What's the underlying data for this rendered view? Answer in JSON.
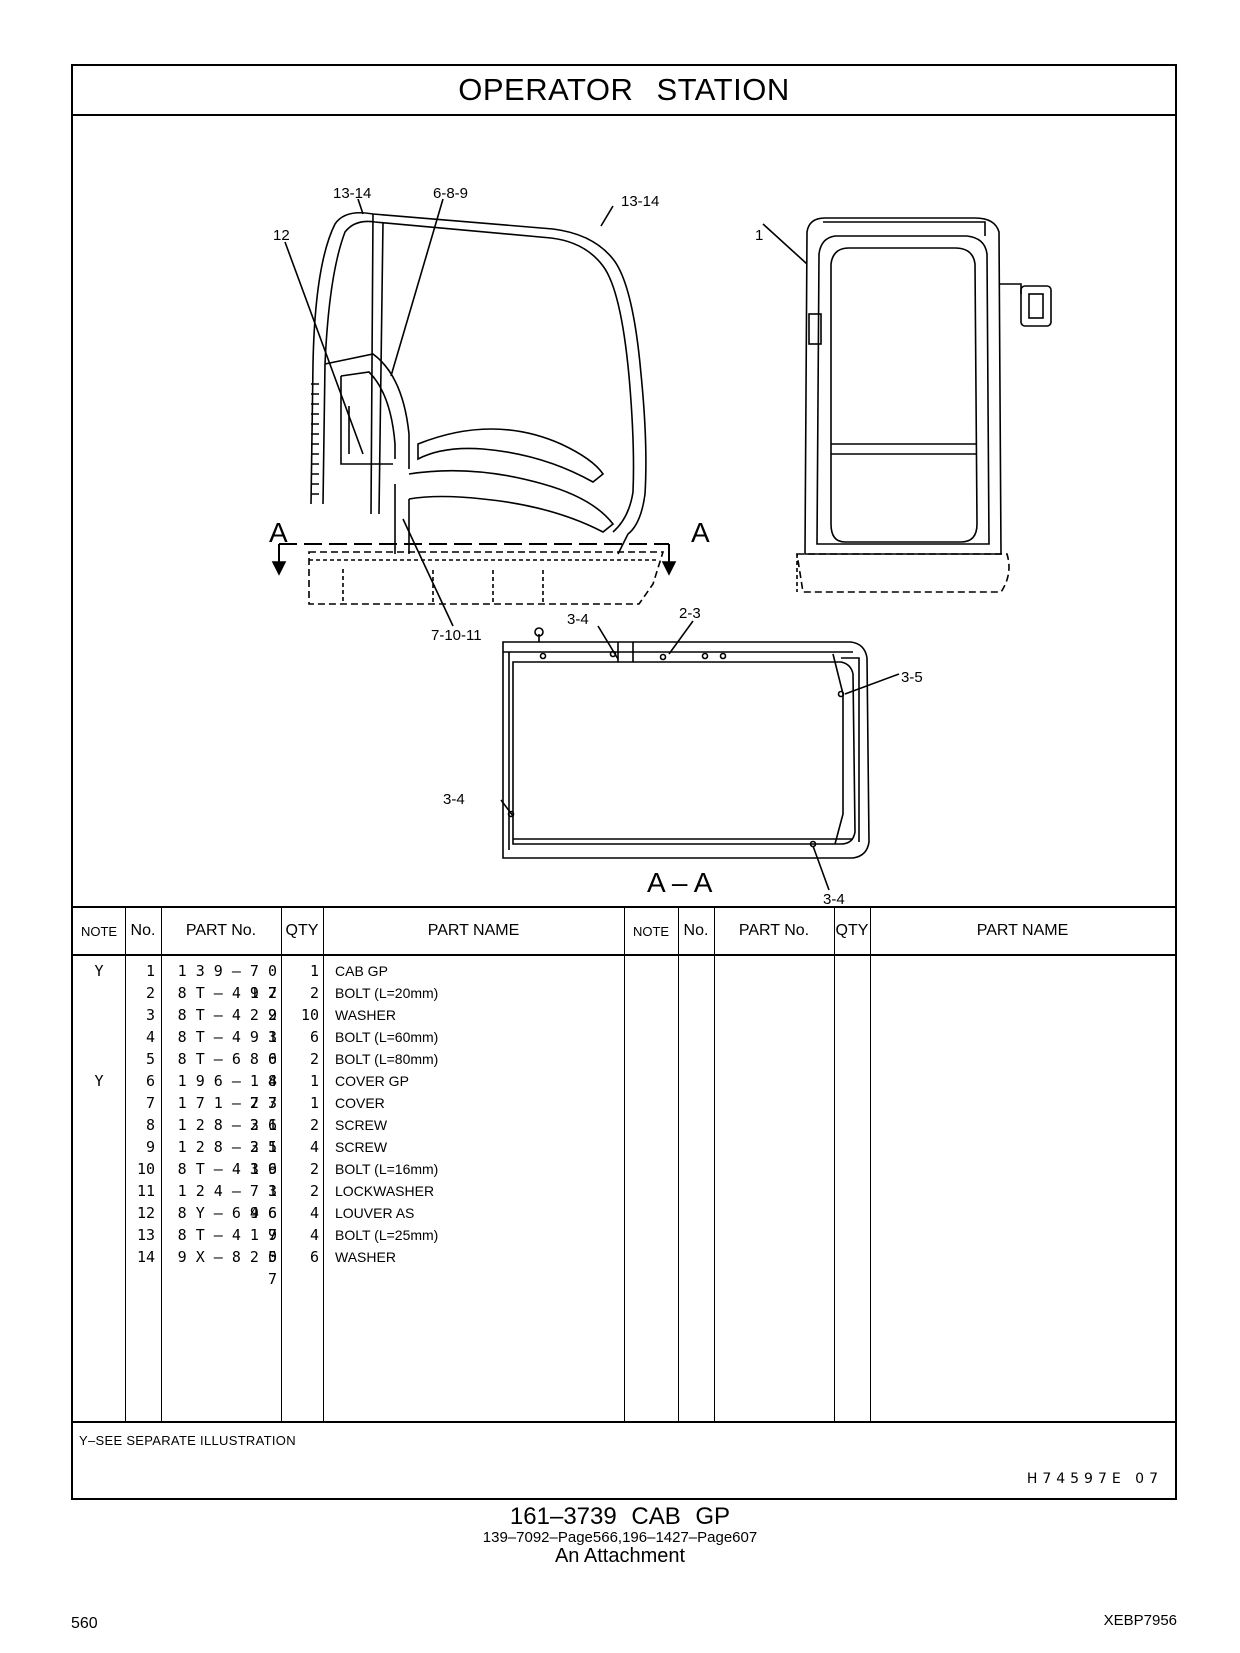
{
  "title": "OPERATOR STATION",
  "drawing": {
    "callouts": {
      "c1": "13-14",
      "c2": "6-8-9",
      "c3": "13-14",
      "c4": "12",
      "c5": "1",
      "c6": "7-10-11",
      "c7": "3-4",
      "c8": "2-3",
      "c9": "3-5",
      "c10": "3-4",
      "c11": "3-4"
    },
    "section_marker": "A",
    "section_label": "A – A"
  },
  "table": {
    "headers": {
      "note": "NOTE",
      "no": "No.",
      "part_no": "PART No.",
      "qty": "QTY",
      "part_name": "PART NAME"
    },
    "rows": [
      {
        "note": "Y",
        "no": "1",
        "part_no": "1 3 9 – 7 0 9 2",
        "qty": "1",
        "name": "CAB  GP"
      },
      {
        "note": "",
        "no": "2",
        "part_no": "8 T – 4 1 7 9",
        "qty": "2",
        "name": "BOLT (L=20mm)"
      },
      {
        "note": "",
        "no": "3",
        "part_no": "8 T – 4 2 2 3",
        "qty": "10",
        "name": "WASHER"
      },
      {
        "note": "",
        "no": "4",
        "part_no": "8 T – 4 9 1 0",
        "qty": "6",
        "name": "BOLT (L=60mm)"
      },
      {
        "note": "",
        "no": "5",
        "part_no": "8 T – 6 8 6 8",
        "qty": "2",
        "name": "BOLT (L=80mm)"
      },
      {
        "note": "Y",
        "no": "6",
        "part_no": "1 9 6 – 1 4 2 7",
        "qty": "1",
        "name": "COVER  GP"
      },
      {
        "note": "",
        "no": "7",
        "part_no": "1 7 1 – 7 3 3 6",
        "qty": "1",
        "name": "COVER"
      },
      {
        "note": "",
        "no": "8",
        "part_no": "1 2 8 – 2 1 3 5",
        "qty": "2",
        "name": "SCREW"
      },
      {
        "note": "",
        "no": "9",
        "part_no": "1 2 8 – 2 1 3 6",
        "qty": "4",
        "name": "SCREW"
      },
      {
        "note": "",
        "no": "10",
        "part_no": "8 T – 4 1 9 1",
        "qty": "2",
        "name": "BOLT (L=16mm)"
      },
      {
        "note": "",
        "no": "11",
        "part_no": "1 2 4 – 7 3 4 6",
        "qty": "2",
        "name": "LOCKWASHER"
      },
      {
        "note": "",
        "no": "12",
        "part_no": "8 Y – 6 9 6 7",
        "qty": "4",
        "name": "LOUVER  AS"
      },
      {
        "note": "",
        "no": "13",
        "part_no": "8 T – 4 1 9 0",
        "qty": "4",
        "name": "BOLT (L=25mm)"
      },
      {
        "note": "",
        "no": "14",
        "part_no": "9 X – 8 2 5 7",
        "qty": "6",
        "name": "WASHER"
      }
    ]
  },
  "footnote": "Y–SEE  SEPARATE  ILLUSTRATION",
  "figure_code": "H74597E   07",
  "caption": {
    "line1": "161–3739   CAB  GP",
    "line2": "139–7092–Page566,196–1427–Page607",
    "line3": "An Attachment"
  },
  "page_number": "560",
  "doc_code": "XEBP7956"
}
